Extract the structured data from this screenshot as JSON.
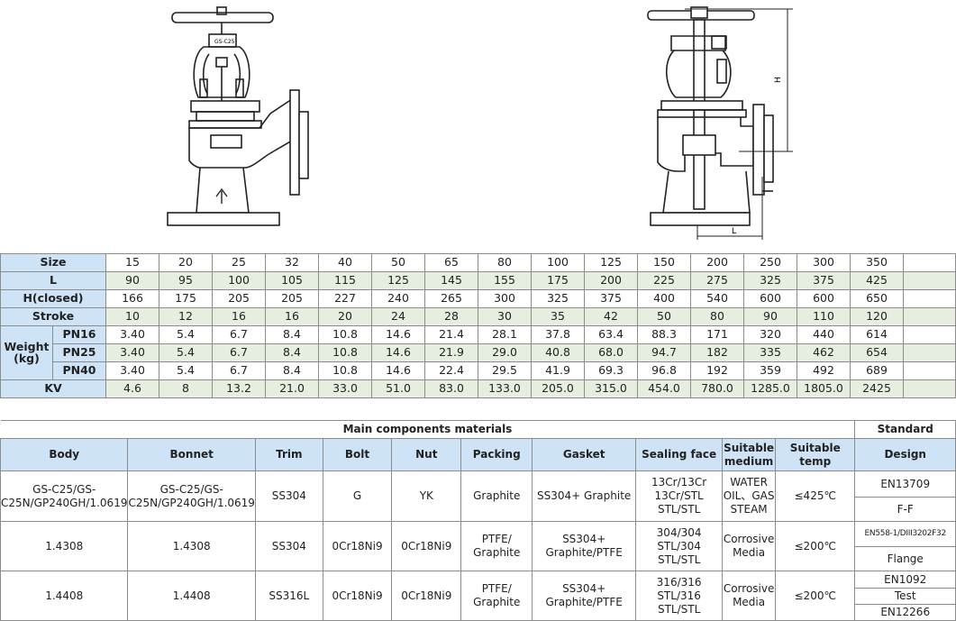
{
  "drawing": {
    "body_mark": "GS-C25",
    "dim_h": "H",
    "dim_l": "L"
  },
  "spec": {
    "size_label": "Size",
    "l_label": "L",
    "h_label": "H(closed)",
    "stroke_label": "Stroke",
    "weight_label": "Weight (kg)",
    "pn16_label": "PN16",
    "pn25_label": "PN25",
    "pn40_label": "PN40",
    "kv_label": "KV",
    "sizes": [
      "15",
      "20",
      "25",
      "32",
      "40",
      "50",
      "65",
      "80",
      "100",
      "125",
      "150",
      "200",
      "250",
      "300",
      "350"
    ],
    "L": [
      "90",
      "95",
      "100",
      "105",
      "115",
      "125",
      "145",
      "155",
      "175",
      "200",
      "225",
      "275",
      "325",
      "375",
      "425"
    ],
    "H": [
      "166",
      "175",
      "205",
      "205",
      "227",
      "240",
      "265",
      "300",
      "325",
      "375",
      "400",
      "540",
      "600",
      "600",
      "650"
    ],
    "stroke": [
      "10",
      "12",
      "16",
      "16",
      "20",
      "24",
      "28",
      "30",
      "35",
      "42",
      "50",
      "80",
      "90",
      "110",
      "120"
    ],
    "pn16": [
      "3.40",
      "5.4",
      "6.7",
      "8.4",
      "10.8",
      "14.6",
      "21.4",
      "28.1",
      "37.8",
      "63.4",
      "88.3",
      "171",
      "320",
      "440",
      "614"
    ],
    "pn25": [
      "3.40",
      "5.4",
      "6.7",
      "8.4",
      "10.8",
      "14.6",
      "21.9",
      "29.0",
      "40.8",
      "68.0",
      "94.7",
      "182",
      "335",
      "462",
      "654"
    ],
    "pn40": [
      "3.40",
      "5.4",
      "6.7",
      "8.4",
      "10.8",
      "14.6",
      "22.4",
      "29.5",
      "41.9",
      "69.3",
      "96.8",
      "192",
      "359",
      "492",
      "689"
    ],
    "kv": [
      "4.6",
      "8",
      "13.2",
      "21.0",
      "33.0",
      "51.0",
      "83.0",
      "133.0",
      "205.0",
      "315.0",
      "454.0",
      "780.0",
      "1285.0",
      "1805.0",
      "2425"
    ]
  },
  "materials": {
    "title": "Main components materials",
    "standard_title": "Standard",
    "headers": [
      "Body",
      "Bonnet",
      "Trim",
      "Bolt",
      "Nut",
      "Packing",
      "Gasket",
      "Sealing face",
      "Suitable medium",
      "Suitable temp",
      "Design"
    ],
    "rows": [
      [
        "GS-C25/GS-C25N/GP240GH/1.0619",
        "GS-C25/GS-C25N/GP240GH/1.0619",
        "SS304",
        "G",
        "YK",
        "Graphite",
        "SS304+ Graphite",
        "13Cr/13Cr 13Cr/STL STL/STL",
        "WATER OIL、GAS STEAM",
        "≤425℃"
      ],
      [
        "1.4308",
        "1.4308",
        "SS304",
        "0Cr18Ni9",
        "0Cr18Ni9",
        "PTFE/ Graphite",
        "SS304+ Graphite/PTFE",
        "304/304 STL/304 STL/STL",
        "Corrosive Media",
        "≤200℃"
      ],
      [
        "1.4408",
        "1.4408",
        "SS316L",
        "0Cr18Ni9",
        "0Cr18Ni9",
        "PTFE/ Graphite",
        "SS304+ Graphite/PTFE",
        "316/316 STL/316 STL/STL",
        "Corrosive Media",
        "≤200℃"
      ]
    ],
    "standards": [
      "EN13709",
      "F-F",
      "EN558-1/DIII3202F32",
      "Flange",
      "EN1092",
      "Test",
      "EN12266"
    ]
  }
}
